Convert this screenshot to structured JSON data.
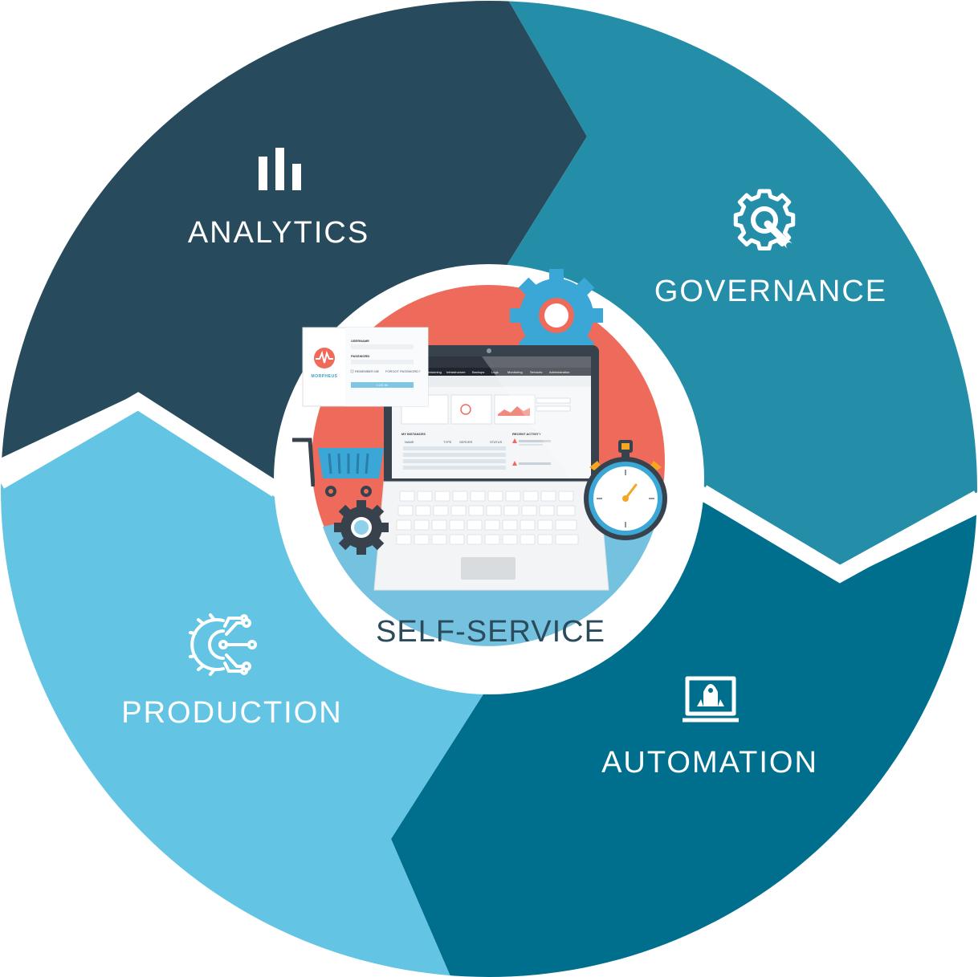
{
  "segments": {
    "analytics": {
      "label": "ANALYTICS",
      "icon": "bar-chart-icon",
      "color": "#274b5c"
    },
    "governance": {
      "label": "GOVERNANCE",
      "icon": "gear-wrench-icon",
      "color": "#248ea9"
    },
    "automation": {
      "label": "AUTOMATION",
      "icon": "rocket-laptop-icon",
      "color": "#006f8e"
    },
    "production": {
      "label": "PRODUCTION",
      "icon": "gear-circuit-icon",
      "color": "#63c5e3"
    }
  },
  "center": {
    "label": "SELF-SERVICE",
    "accent": "#ee6b5b",
    "login": {
      "username_label": "USERNAME",
      "password_label": "PASSWORD",
      "remember_label": "REMEMBER ME",
      "forgot_label": "FORGOT PASSWORD?",
      "button_label": "LOG IN",
      "logo_text": "MORPHEUS"
    },
    "dashboard": {
      "nav": [
        "Provisioning",
        "Infrastructure",
        "Backups",
        "Logs",
        "Monitoring",
        "Services",
        "Administration"
      ],
      "sections": [
        "MY INSTANCES",
        "RECENT ACTIVITY"
      ],
      "columns": [
        "NAME",
        "TYPE",
        "SERVER",
        "STATUS"
      ]
    }
  }
}
